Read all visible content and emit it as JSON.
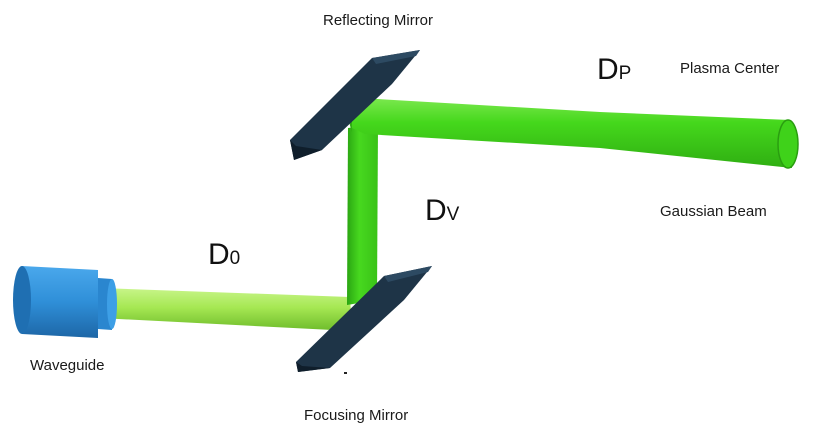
{
  "labels": {
    "reflecting_mirror": "Reflecting Mirror",
    "plasma_center": "Plasma Center",
    "gaussian_beam": "Gaussian Beam",
    "waveguide": "Waveguide",
    "focusing_mirror": "Focusing Mirror"
  },
  "distances": {
    "d0": {
      "base": "D",
      "sub": "0"
    },
    "dv": {
      "base": "D",
      "sub": "V"
    },
    "dp": {
      "base": "D",
      "sub": "P"
    }
  },
  "colors": {
    "beam": "#3fd21a",
    "beam_dark": "#2a9e10",
    "beam_light": "#8cf06a",
    "input_beam": "#9ee84a",
    "input_beam_dark": "#6fbf2a",
    "mirror": "#1e3447",
    "mirror_edge": "#0f1e2b",
    "waveguide": "#2f8fd8",
    "waveguide_dark": "#1c5f9a"
  }
}
